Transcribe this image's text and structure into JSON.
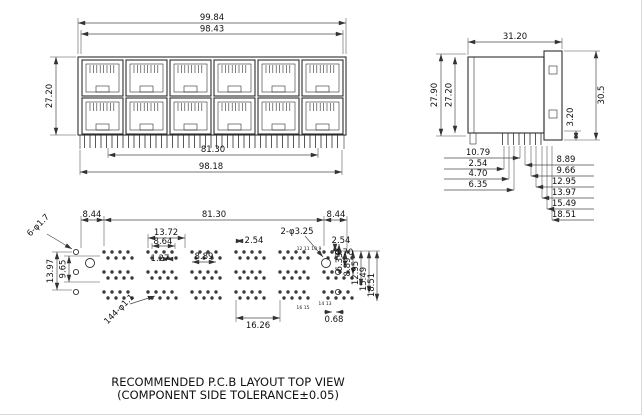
{
  "caption": {
    "line1": "RECOMMENDED P.C.B LAYOUT TOP VIEW",
    "line2": "(COMPONENT SIDE TOLERANCE±0.05)"
  },
  "front_view": {
    "width_overall": "99.84",
    "width_shield": "98.43",
    "height": "27.20",
    "pin_span": "81.30",
    "width_bottom": "98.18"
  },
  "side_view": {
    "depth": "31.20",
    "height_overall": "27.90",
    "height_body": "27.20",
    "height_front": "30.5",
    "tab": "3.20",
    "left_offsets": [
      "10.79",
      "2.54",
      "4.70",
      "6.35"
    ],
    "right_offsets": [
      "8.89",
      "9.66",
      "12.95",
      "13.97",
      "15.49",
      "18.51"
    ]
  },
  "pcb_view": {
    "margin_left": "8.44",
    "span": "81.30",
    "margin_right": "8.44",
    "holes_small": "6-φ1.7",
    "holes_large": "2-φ3.25",
    "holes_pins": "144-φ1.1",
    "d13_72": "13.72",
    "d8_64": "8.64",
    "d2_54": "2.54",
    "d1_27": "1.27",
    "d8_89": "8.89",
    "right_d2_54": "2.54",
    "right_d4_70": "4.70",
    "left_d13_97": "13.97",
    "left_d9_65": "9.65",
    "d16_26": "16.26",
    "d0_68": "0.68",
    "row_offsets": [
      "6.35",
      "8.89",
      "12.95",
      "15.49",
      "18.51"
    ],
    "pins_top_right": "12 11 10 9",
    "pins_bottom_a": "16 15",
    "pins_bottom_b": "14 13"
  }
}
